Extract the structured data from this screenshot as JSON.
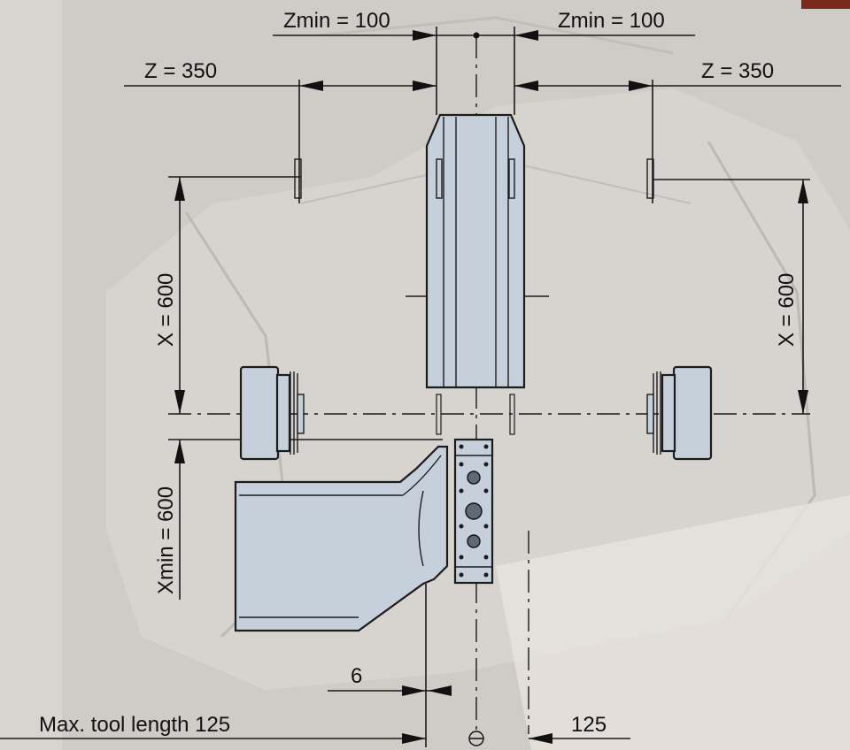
{
  "dimensions": {
    "zmin_left": "Zmin = 100",
    "zmin_right": "Zmin = 100",
    "z_left": "Z = 350",
    "z_right": "Z = 350",
    "x_left": "X = 600",
    "x_right": "X = 600",
    "xmin": "Xmin = 600",
    "six": "6",
    "one25": "125",
    "max_tool": "Max. tool length 125"
  },
  "colors": {
    "part_fill": "#c6d0da",
    "background": "#cfcbc6",
    "corner_badge": "#7a2a1a"
  }
}
